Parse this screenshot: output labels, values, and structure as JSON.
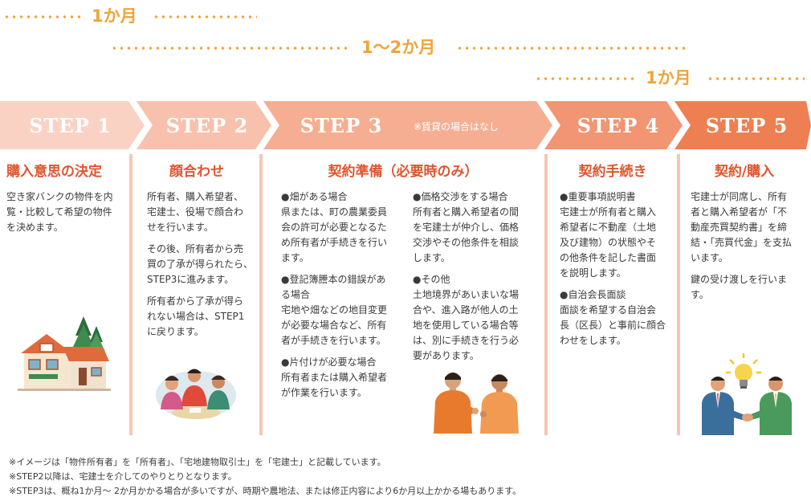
{
  "timeline": {
    "row1": "1か月",
    "row2": "1〜2か月",
    "row3": "1か月"
  },
  "steps": [
    {
      "label": "STEP 1",
      "title": "購入意思の決定",
      "color": "#f9d2c3",
      "paragraphs": [
        "空き家バンクの物件を内\n覧・比較して希望の物件\nを決めます。"
      ]
    },
    {
      "label": "STEP 2",
      "title": "顔合わせ",
      "color": "#f7c1ad",
      "paragraphs": [
        "所有者、購入希望者、\n宅建士、役場で顔合わ\nせを行います。",
        "その後、所有者から売\n買の了承が得られたら、\nSTEP3に進みます。",
        "所有者から了承が得ら\nれない場合は、STEP1\nに戻ります。"
      ]
    },
    {
      "label": "STEP 3",
      "note": "※賃貸の場合はなし",
      "title": "契約準備（必要時のみ）",
      "color": "#f5ae92",
      "left": [
        "●畑がある場合\n県または、町の農業委員\n会の許可が必要となるた\nめ所有者が手続きを行い\nます。",
        "●登記簿謄本の錯誤があ\nる場合\n宅地や畑などの地目変更\nが必要な場合など、所有\n者が手続きを行います。",
        "●片付けが必要な場合\n所有者または購入希望者\nが作業を行います。"
      ],
      "right": [
        "●価格交渉をする場合\n所有者と購入希望者の間\nを宅建士が仲介し、価格\n交渉やその他条件を相談\nします。",
        "●その他\n土地境界があいまいな場\n合や、進入路が他人の土\n地を使用している場合等\nは、別に手続きを行う必\n要があります。"
      ]
    },
    {
      "label": "STEP 4",
      "title": "契約手続き",
      "color": "#f19572",
      "paragraphs": [
        "●重要事項説明書\n宅建士が所有者と購入\n希望者に不動産（土地\n及び建物）の状態やそ\nの他条件を記した書面\nを説明します。",
        "●自治会長面談\n面談を希望する自治会\n長（区長）と事前に顔合\nわせをします。"
      ]
    },
    {
      "label": "STEP 5",
      "title": "契約/購入",
      "color": "#ee7f53",
      "paragraphs": [
        "宅建士が同席し、所有\n者と購入希望者が「不\n動産売買契約書」を締\n結・「売買代金」を支払\nいます。",
        "鍵の受け渡しを行いま\nす。"
      ]
    }
  ],
  "footnotes": [
    "※イメージは「物件所有者」を「所有者」、「宅地建物取引士」を「宅建士」と記載しています。",
    "※STEP2以降は、宅建士を介してのやりとりとなります。",
    "※STEP3は、概ね1か月〜 2か月かかる場合が多いですが、時期や農地法、または修正内容により6か月以上かかる場もあります。"
  ],
  "icons": [
    "house-illustration",
    "meeting-people-illustration",
    "discussion-people-illustration",
    "handshake-illustration",
    "lightbulb-icon"
  ]
}
